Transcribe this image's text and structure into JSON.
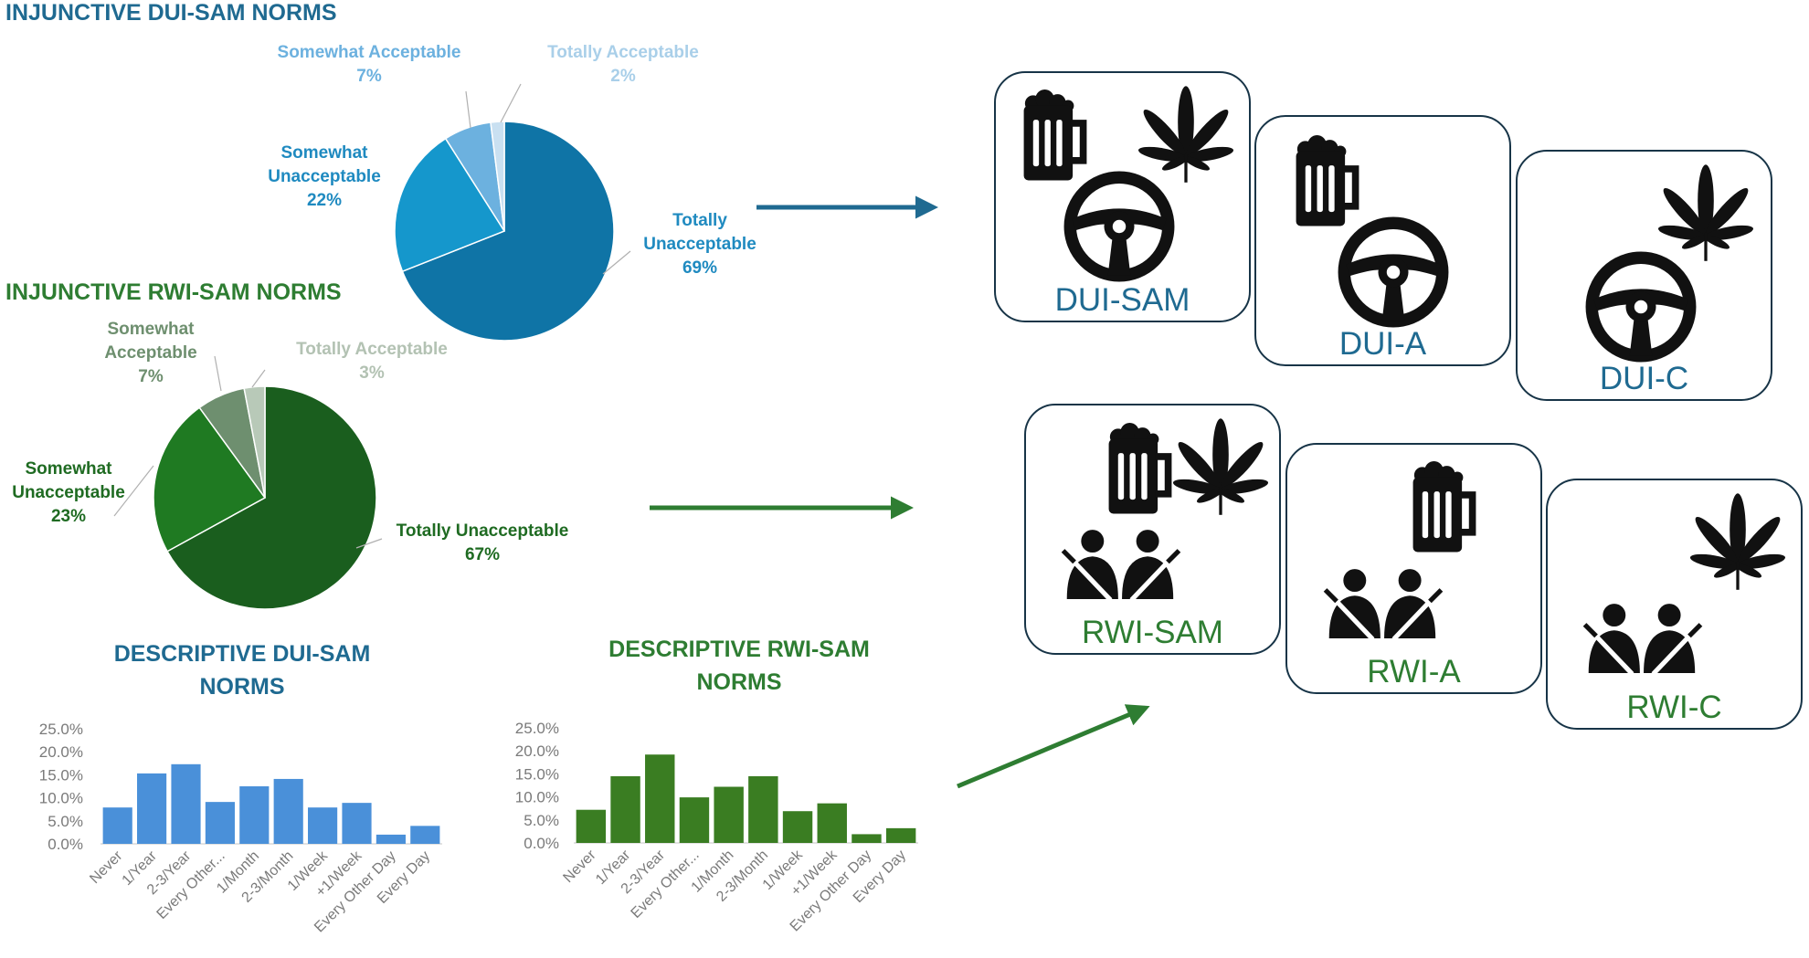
{
  "injunctive_dui": {
    "title": "INJUNCTIVE DUI-SAM NORMS",
    "labels": {
      "somewhat_acceptable": [
        "Somewhat Acceptable",
        "7%"
      ],
      "totally_acceptable": [
        "Totally Acceptable",
        "2%"
      ],
      "somewhat_unacceptable": [
        "Somewhat",
        "Unacceptable",
        "22%"
      ],
      "totally_unacceptable": [
        "Totally",
        "Unacceptable",
        "69%"
      ]
    }
  },
  "injunctive_rwi": {
    "title": "INJUNCTIVE RWI-SAM NORMS",
    "labels": {
      "somewhat_acceptable": [
        "Somewhat",
        "Acceptable",
        "7%"
      ],
      "totally_acceptable": [
        "Totally Acceptable",
        "3%"
      ],
      "somewhat_unacceptable": [
        "Somewhat",
        "Unacceptable",
        "23%"
      ],
      "totally_unacceptable": [
        "Totally Unacceptable",
        "67%"
      ]
    }
  },
  "descriptive_dui": {
    "title": [
      "DESCRIPTIVE DUI-SAM",
      "NORMS"
    ]
  },
  "descriptive_rwi": {
    "title": [
      "DESCRIPTIVE RWI-SAM",
      "NORMS"
    ]
  },
  "boxes": {
    "dui_sam": "DUI-SAM",
    "dui_a": "DUI-A",
    "dui_c": "DUI-C",
    "rwi_sam": "RWI-SAM",
    "rwi_a": "RWI-A",
    "rwi_c": "RWI-C"
  },
  "colors": {
    "blue_title": "#1f6a91",
    "green_title": "#2e7d32",
    "blue_bar": "#4a90d9",
    "green_bar": "#3a7d22"
  },
  "chart_data": [
    {
      "type": "pie",
      "title": "INJUNCTIVE DUI-SAM NORMS",
      "categories": [
        "Totally Unacceptable",
        "Somewhat Unacceptable",
        "Somewhat Acceptable",
        "Totally Acceptable"
      ],
      "values": [
        69,
        22,
        7,
        2
      ],
      "colors": [
        "#0f74a6",
        "#1597cc",
        "#6cb1df",
        "#c9e0f1"
      ],
      "label_colors": [
        "#1f8ac0",
        "#1f8ac0",
        "#6cb1df",
        "#a9cfe9"
      ]
    },
    {
      "type": "pie",
      "title": "INJUNCTIVE RWI-SAM NORMS",
      "categories": [
        "Totally Unacceptable",
        "Somewhat Unacceptable",
        "Somewhat Acceptable",
        "Totally Acceptable"
      ],
      "values": [
        67,
        23,
        7,
        3
      ],
      "colors": [
        "#1a5e1e",
        "#1f7a22",
        "#6e8f6f",
        "#b8c9b8"
      ],
      "label_colors": [
        "#1f6b22",
        "#1f6b22",
        "#6e8f6f",
        "#b3c2b3"
      ]
    },
    {
      "type": "bar",
      "title": "DESCRIPTIVE DUI-SAM NORMS",
      "categories": [
        "Never",
        "1/Year",
        "2-3/Year",
        "Every Other...",
        "1/Month",
        "2-3/Month",
        "1/Week",
        "+1/Week",
        "Every Other Day",
        "Every Day"
      ],
      "values": [
        7.9,
        15.3,
        17.3,
        9.1,
        12.5,
        14.1,
        7.9,
        8.9,
        2.0,
        3.9
      ],
      "yticks": [
        "0.0%",
        "5.0%",
        "10.0%",
        "15.0%",
        "20.0%",
        "25.0%"
      ],
      "ylim": [
        0,
        25
      ],
      "color": "#4a90d9"
    },
    {
      "type": "bar",
      "title": "DESCRIPTIVE RWI-SAM NORMS",
      "categories": [
        "Never",
        "1/Year",
        "2-3/Year",
        "Every Other...",
        "1/Month",
        "2-3/Month",
        "1/Week",
        "+1/Week",
        "Every Other Day",
        "Every Day"
      ],
      "values": [
        7.2,
        14.5,
        19.2,
        9.9,
        12.2,
        14.5,
        6.9,
        8.6,
        1.9,
        3.2
      ],
      "yticks": [
        "0.0%",
        "5.0%",
        "10.0%",
        "15.0%",
        "20.0%",
        "25.0%"
      ],
      "ylim": [
        0,
        25
      ],
      "color": "#3a7d22"
    }
  ]
}
